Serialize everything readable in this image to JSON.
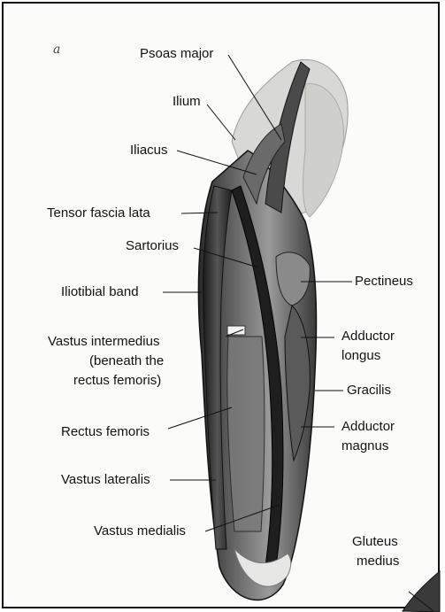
{
  "figure": {
    "panel_letter": "a",
    "labels": {
      "psoas_major": "Psoas major",
      "ilium": "Ilium",
      "iliacus": "Iliacus",
      "tensor_fascia_lata": "Tensor fascia lata",
      "sartorius": "Sartorius",
      "pectineus": "Pectineus",
      "iliotibial_band": "Iliotibial band",
      "vastus_intermedius": "Vastus intermedius",
      "vastus_intermedius_note_1": "(beneath the",
      "vastus_intermedius_note_2": "rectus femoris)",
      "adductor_longus_1": "Adductor",
      "adductor_longus_2": "longus",
      "gracilis": "Gracilis",
      "rectus_femoris": "Rectus femoris",
      "adductor_magnus_1": "Adductor",
      "adductor_magnus_2": "magnus",
      "vastus_lateralis": "Vastus lateralis",
      "vastus_medialis": "Vastus medialis",
      "gluteus_medius_1": "Gluteus",
      "gluteus_medius_2": "medius"
    }
  }
}
